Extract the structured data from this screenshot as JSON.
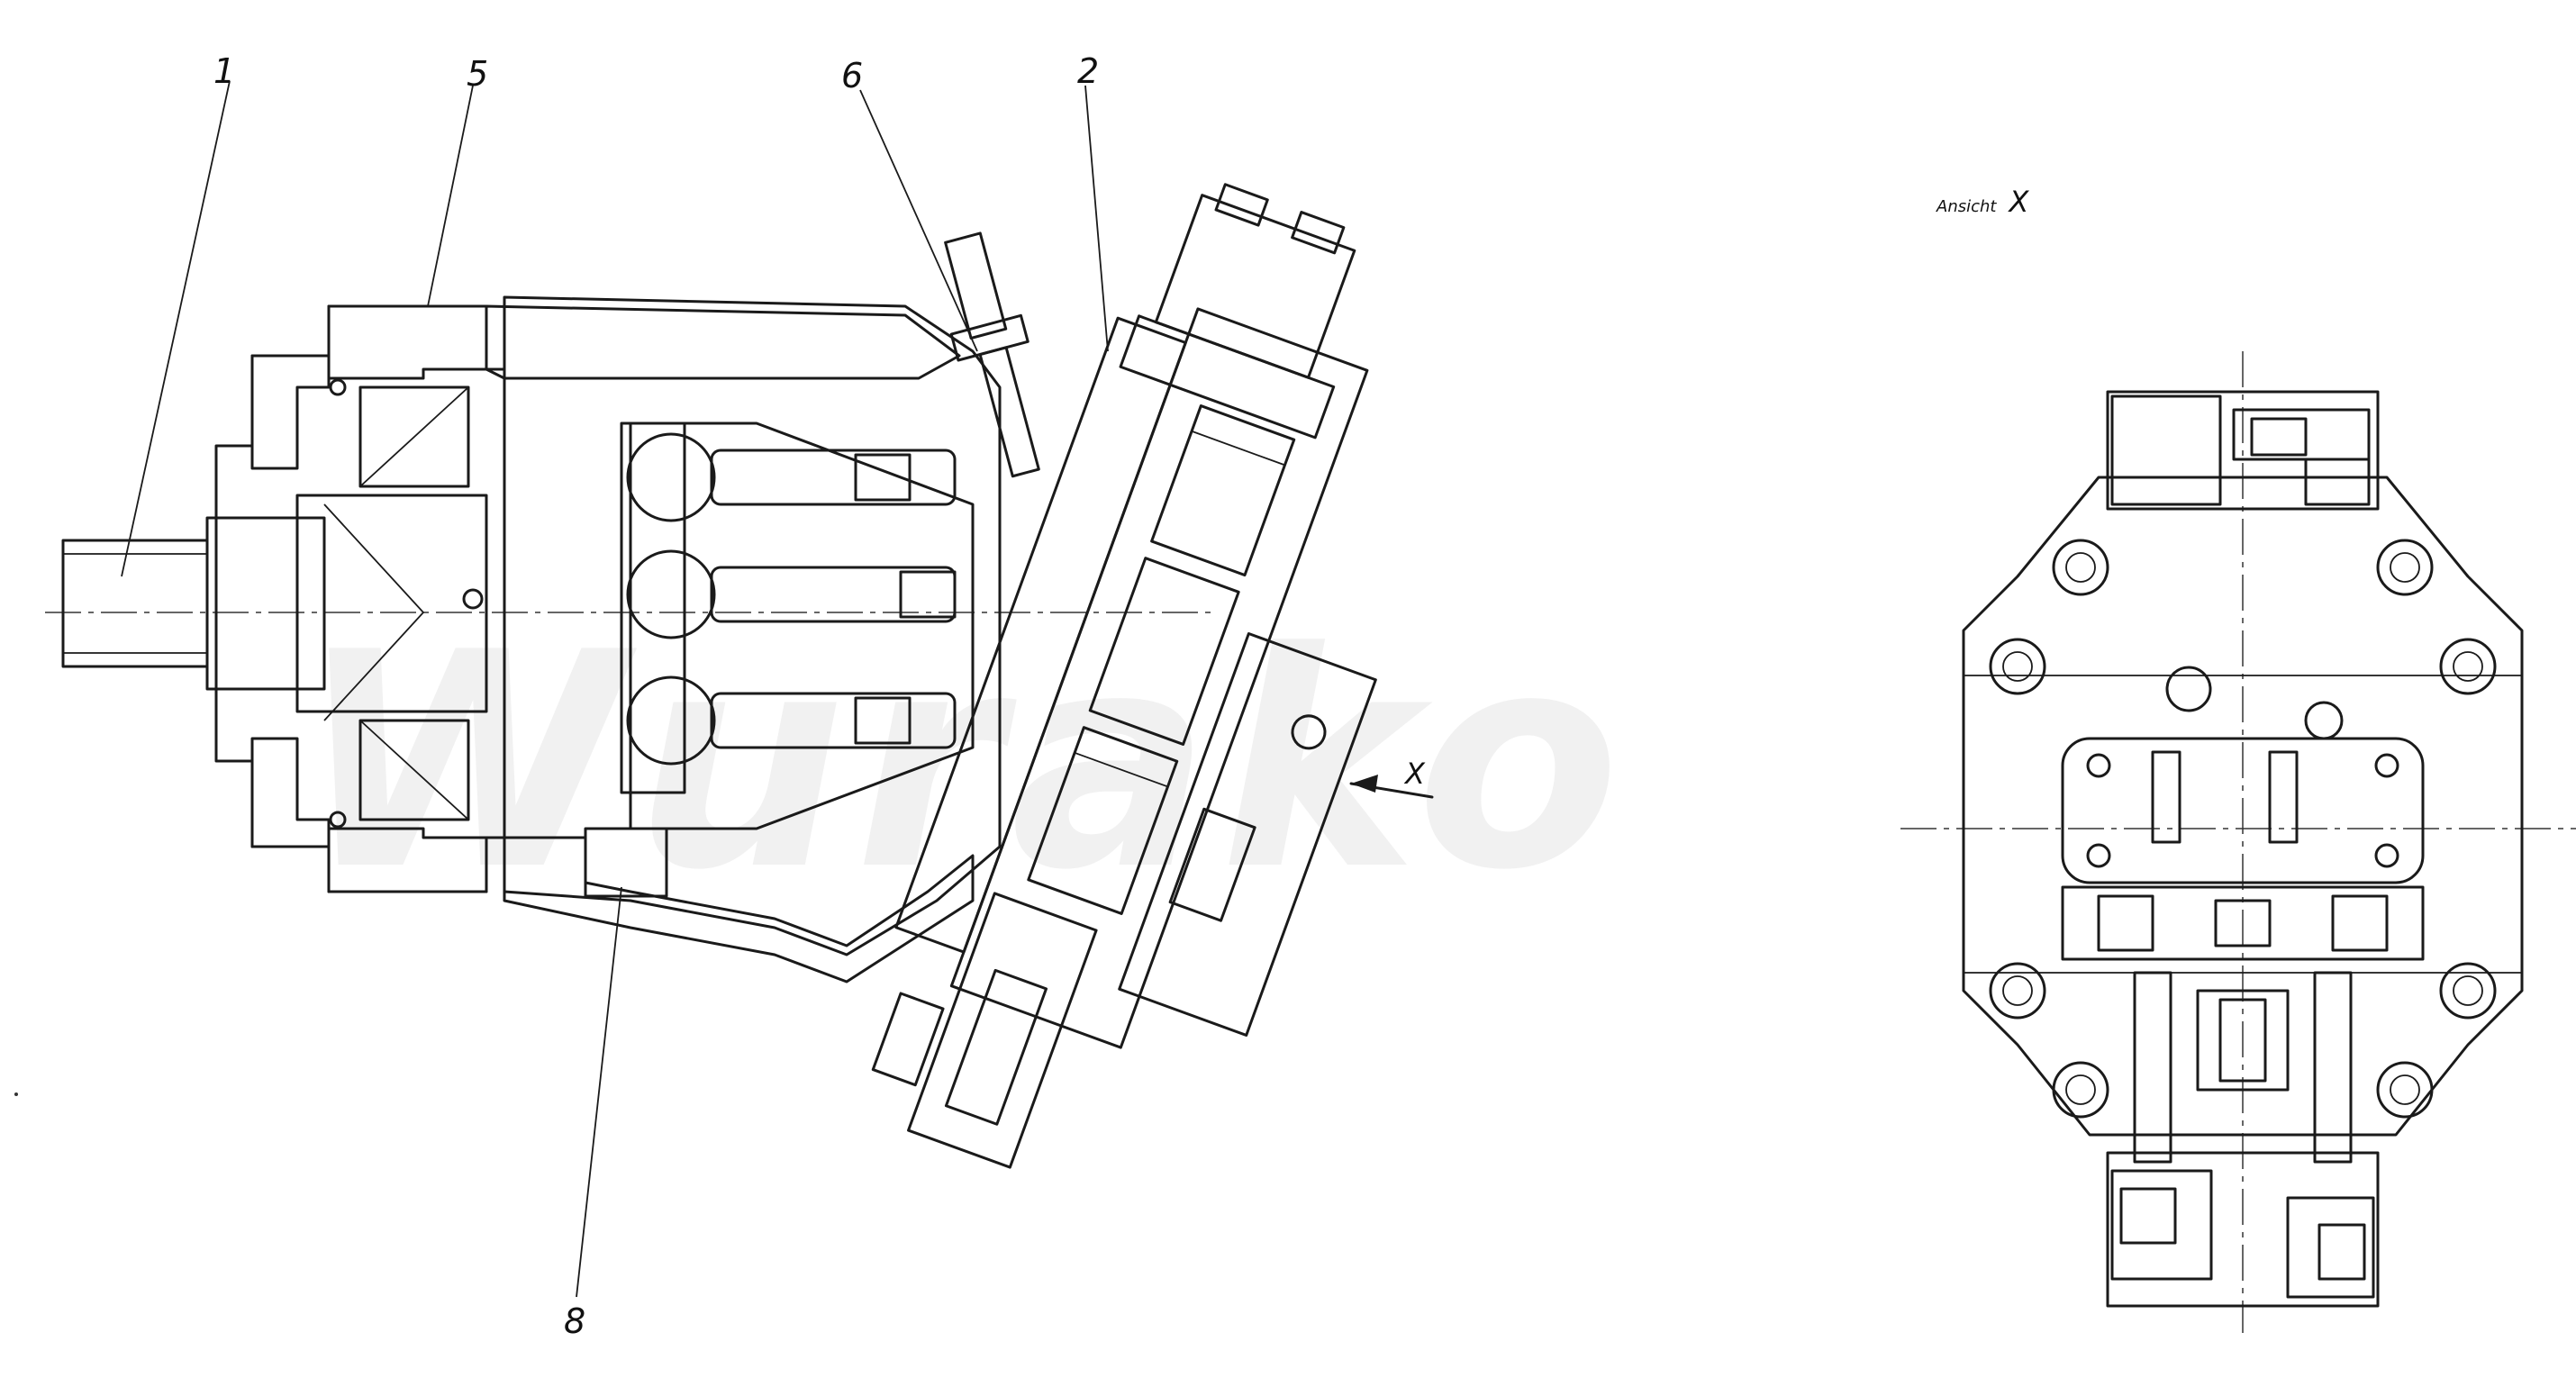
{
  "drawing": {
    "watermark": "Wurako",
    "view_label_prefix": "Ansicht",
    "view_label_letter": "X",
    "arrow_letter": "X",
    "callouts": {
      "c1": "1",
      "c5": "5",
      "c6": "6",
      "c2": "2",
      "c8": "8"
    }
  }
}
